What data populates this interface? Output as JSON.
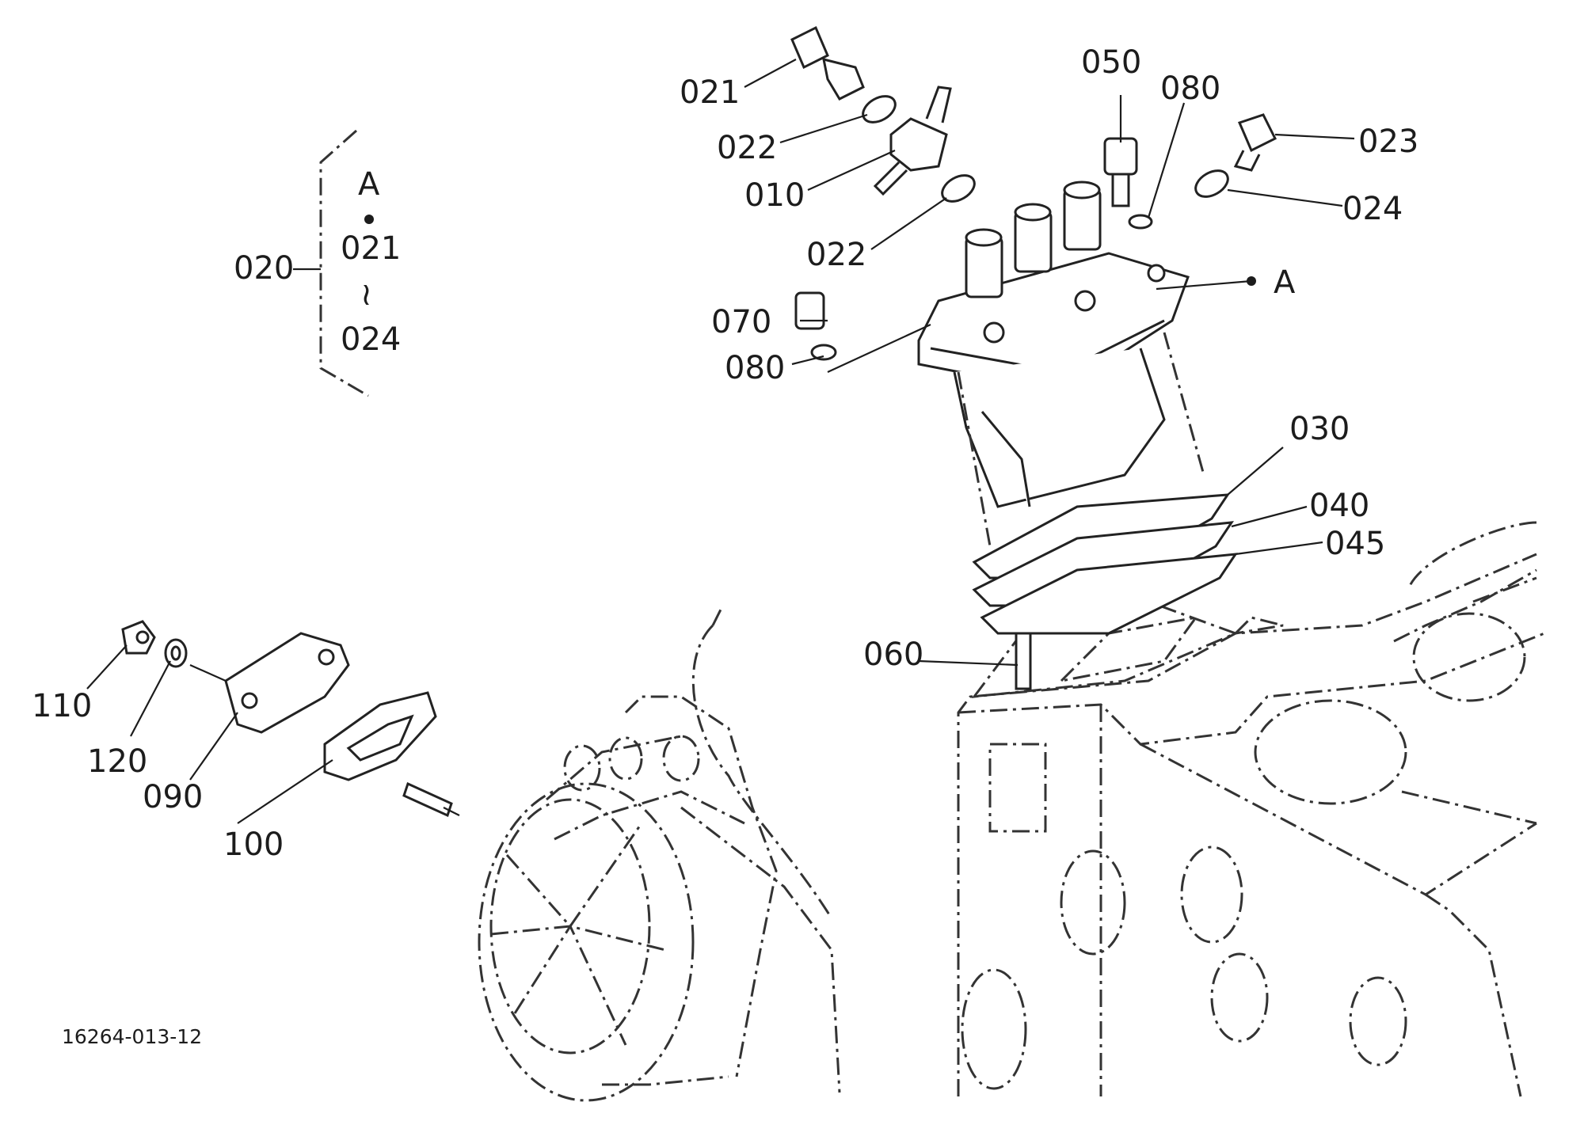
{
  "drawing_number": "16264-013-12",
  "legend": {
    "group_label": "020",
    "ref_letter": "A",
    "range_start": "021",
    "range_symbol": "≀",
    "range_end": "024"
  },
  "callouts": [
    {
      "id": "021",
      "text": "021"
    },
    {
      "id": "022a",
      "text": "022"
    },
    {
      "id": "010",
      "text": "010"
    },
    {
      "id": "022b",
      "text": "022"
    },
    {
      "id": "050",
      "text": "050"
    },
    {
      "id": "080a",
      "text": "080"
    },
    {
      "id": "023",
      "text": "023"
    },
    {
      "id": "024",
      "text": "024"
    },
    {
      "id": "A",
      "text": "A"
    },
    {
      "id": "070",
      "text": "070"
    },
    {
      "id": "080b",
      "text": "080"
    },
    {
      "id": "030",
      "text": "030"
    },
    {
      "id": "040",
      "text": "040"
    },
    {
      "id": "045",
      "text": "045"
    },
    {
      "id": "060",
      "text": "060"
    },
    {
      "id": "110",
      "text": "110"
    },
    {
      "id": "120",
      "text": "120"
    },
    {
      "id": "090",
      "text": "090"
    },
    {
      "id": "100",
      "text": "100"
    }
  ]
}
